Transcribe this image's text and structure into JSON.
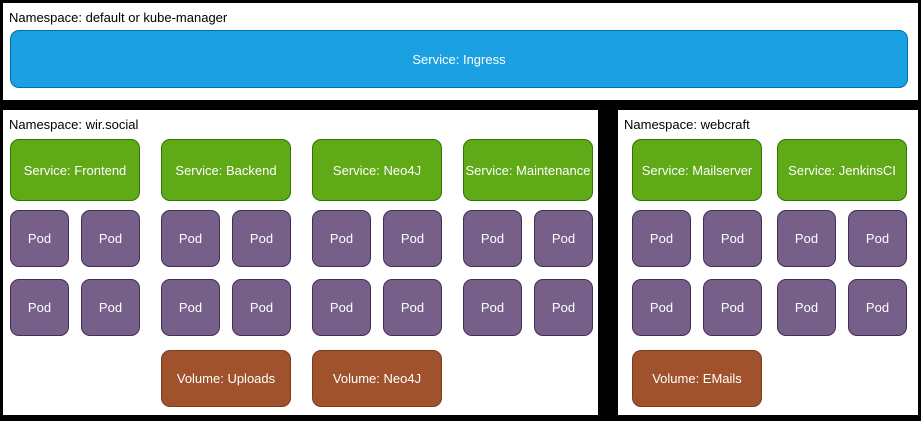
{
  "pod_label": "Pod",
  "colors": {
    "background": "#000000",
    "panel": "#ffffff",
    "ingress_blue": "#1ba1e2",
    "service_green": "#60a917",
    "pod_purple": "#76608a",
    "volume_brown": "#a0522d",
    "box_text": "#ffffff",
    "label_text": "#000000"
  },
  "namespaces": {
    "top": {
      "label": "Namespace: default or kube-manager",
      "service": "Service: Ingress"
    },
    "left": {
      "label": "Namespace: wir.social",
      "groups": [
        {
          "service": "Service: Frontend",
          "pods": 4,
          "volume": null
        },
        {
          "service": "Service: Backend",
          "pods": 4,
          "volume": "Volume: Uploads"
        },
        {
          "service": "Service: Neo4J",
          "pods": 4,
          "volume": "Volume: Neo4J"
        },
        {
          "service": "Service: Maintenance",
          "pods": 4,
          "volume": null
        }
      ]
    },
    "right": {
      "label": "Namespace: webcraft",
      "groups": [
        {
          "service": "Service: Mailserver",
          "pods": 4,
          "volume": "Volume: EMails"
        },
        {
          "service": "Service: JenkinsCI",
          "pods": 4,
          "volume": null
        }
      ]
    }
  }
}
